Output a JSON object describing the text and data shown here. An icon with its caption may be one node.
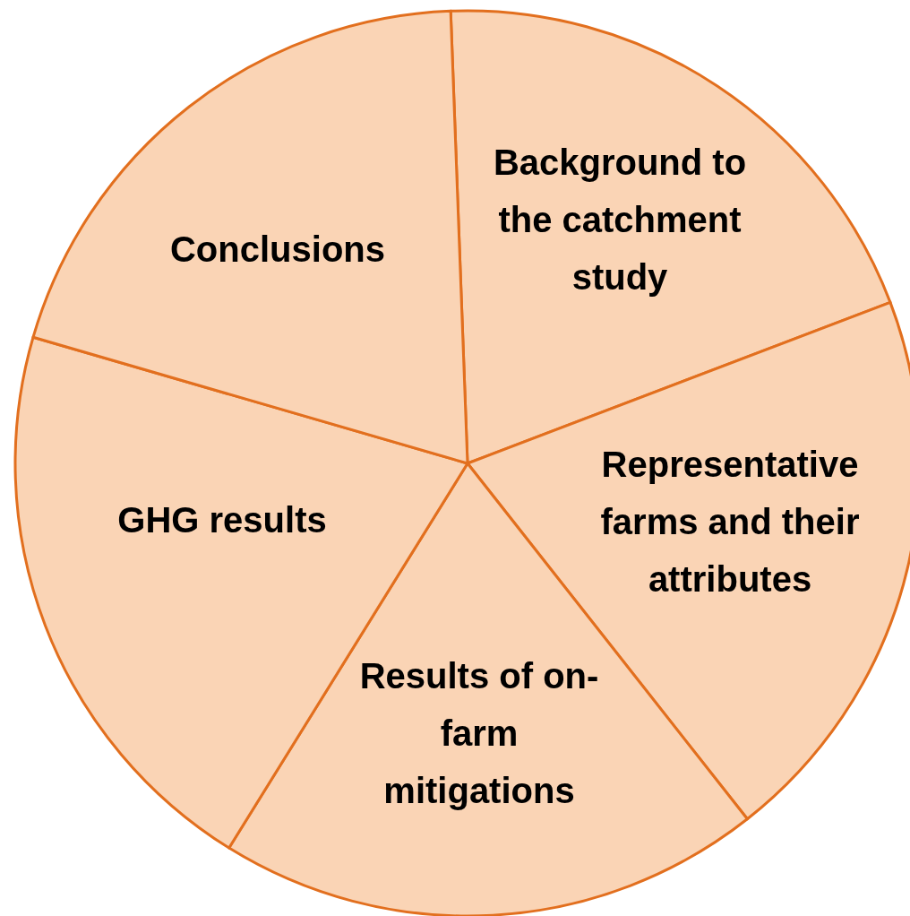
{
  "diagram": {
    "nodes": [
      {
        "text": [
          "Background to the catchment study"
        ]
      },
      {
        "text": [
          "Representative farms and their attributes"
        ]
      },
      {
        "text": [
          "Results of on-farm mitigations"
        ]
      },
      {
        "text": [
          "GHG results"
        ]
      },
      {
        "text": [
          "Conclusions"
        ]
      }
    ]
  }
}
